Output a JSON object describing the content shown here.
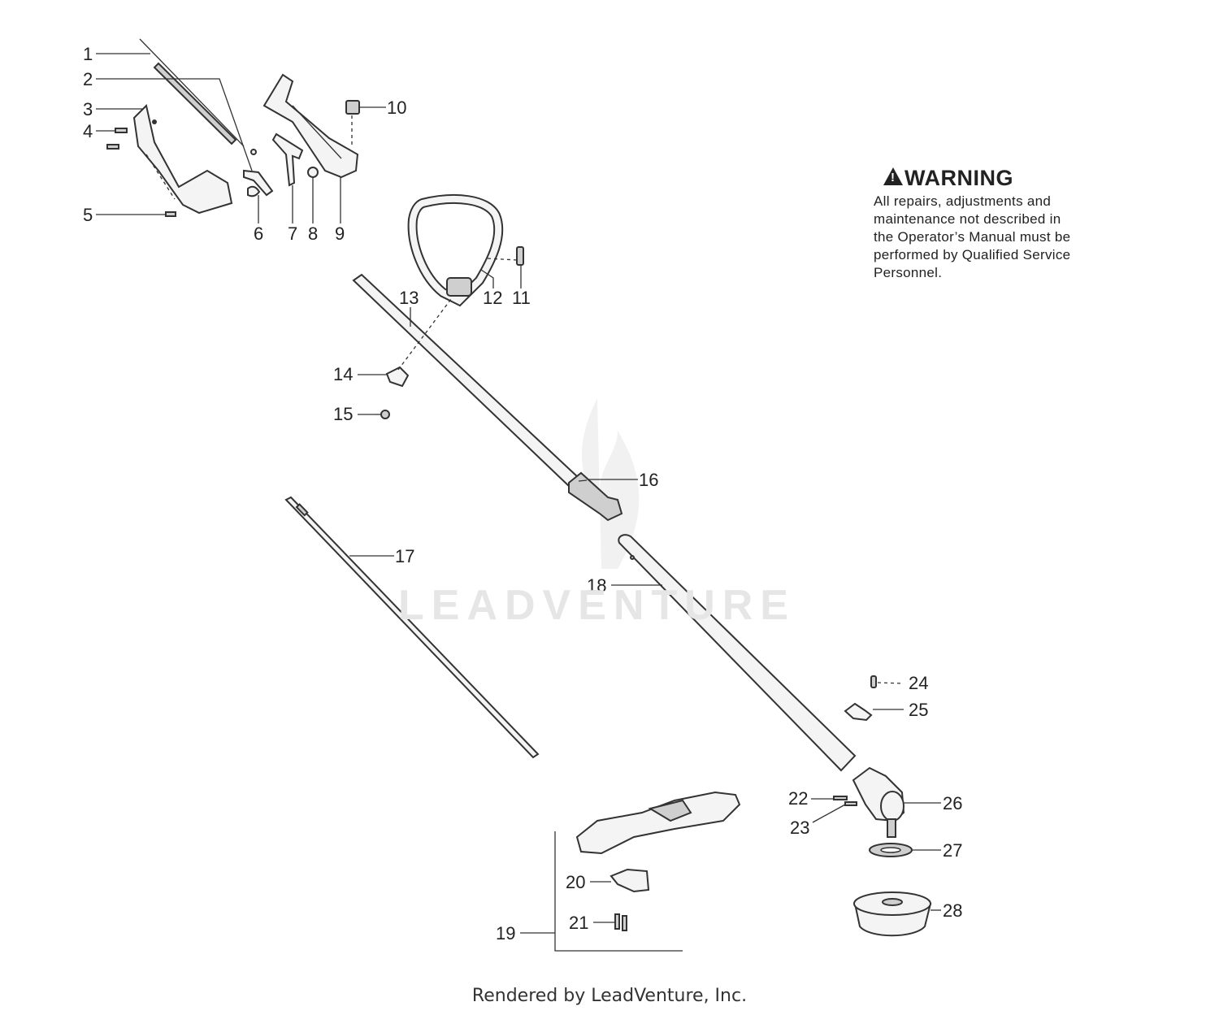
{
  "labels": {
    "l1": "1",
    "l2": "2",
    "l3": "3",
    "l4": "4",
    "l5": "5",
    "l6": "6",
    "l7": "7",
    "l8": "8",
    "l9": "9",
    "l10": "10",
    "l11": "11",
    "l12": "12",
    "l13": "13",
    "l14": "14",
    "l15": "15",
    "l16": "16",
    "l17": "17",
    "l18": "18",
    "l19": "19",
    "l20": "20",
    "l21": "21",
    "l22": "22",
    "l23": "23",
    "l24": "24",
    "l25": "25",
    "l26": "26",
    "l27": "27",
    "l28": "28"
  },
  "warning": {
    "title": "WARNING",
    "line1": "All repairs, adjustments and",
    "line2": "maintenance not described in",
    "line3": "the Operator’s Manual must be",
    "line4": "performed by Qualified Service",
    "line5": "Personnel."
  },
  "watermark": "LEADVENTURE",
  "footer": "Rendered by LeadVenture, Inc.",
  "colors": {
    "ink": "#222222",
    "watermark": "#e6e6e6"
  }
}
